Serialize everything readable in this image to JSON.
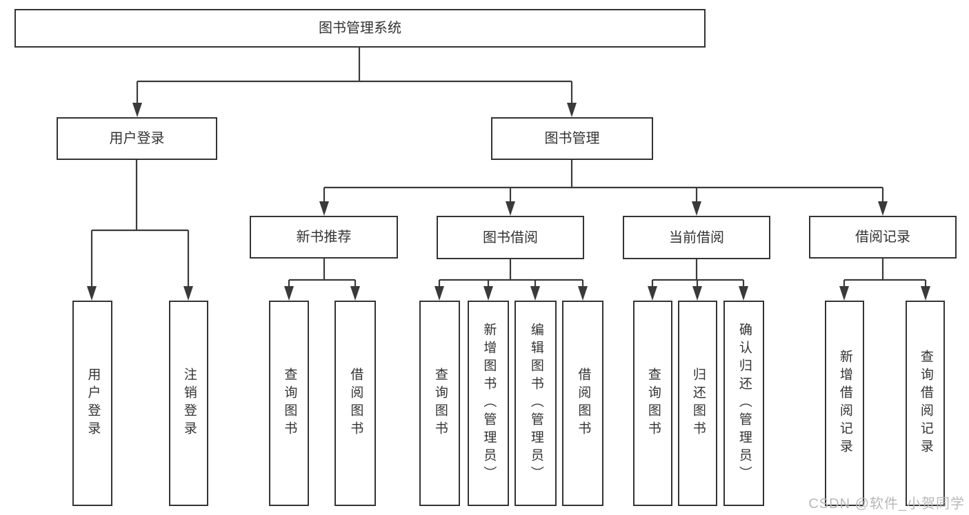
{
  "diagram": {
    "root": {
      "label": "图书管理系统"
    },
    "branches": [
      {
        "label": "用户登录",
        "children": [
          {
            "label": "用户登录"
          },
          {
            "label": "注销登录"
          }
        ]
      },
      {
        "label": "图书管理",
        "children": [
          {
            "label": "新书推荐",
            "children": [
              {
                "label": "查询图书"
              },
              {
                "label": "借阅图书"
              }
            ]
          },
          {
            "label": "图书借阅",
            "children": [
              {
                "label": "查询图书"
              },
              {
                "label": "新增图书（管理员）"
              },
              {
                "label": "编辑图书（管理员）"
              },
              {
                "label": "借阅图书"
              }
            ]
          },
          {
            "label": "当前借阅",
            "children": [
              {
                "label": "查询图书"
              },
              {
                "label": "归还图书"
              },
              {
                "label": "确认归还（管理员）"
              }
            ]
          },
          {
            "label": "借阅记录",
            "children": [
              {
                "label": "新增借阅记录"
              },
              {
                "label": "查询借阅记录"
              }
            ]
          }
        ]
      }
    ]
  },
  "watermark": {
    "text": "CSDN @软件_小贺同学"
  },
  "colors": {
    "line": "#3a3a3a",
    "border": "#333333",
    "text": "#333333",
    "background": "#ffffff",
    "watermark": "#b8b8b8"
  }
}
